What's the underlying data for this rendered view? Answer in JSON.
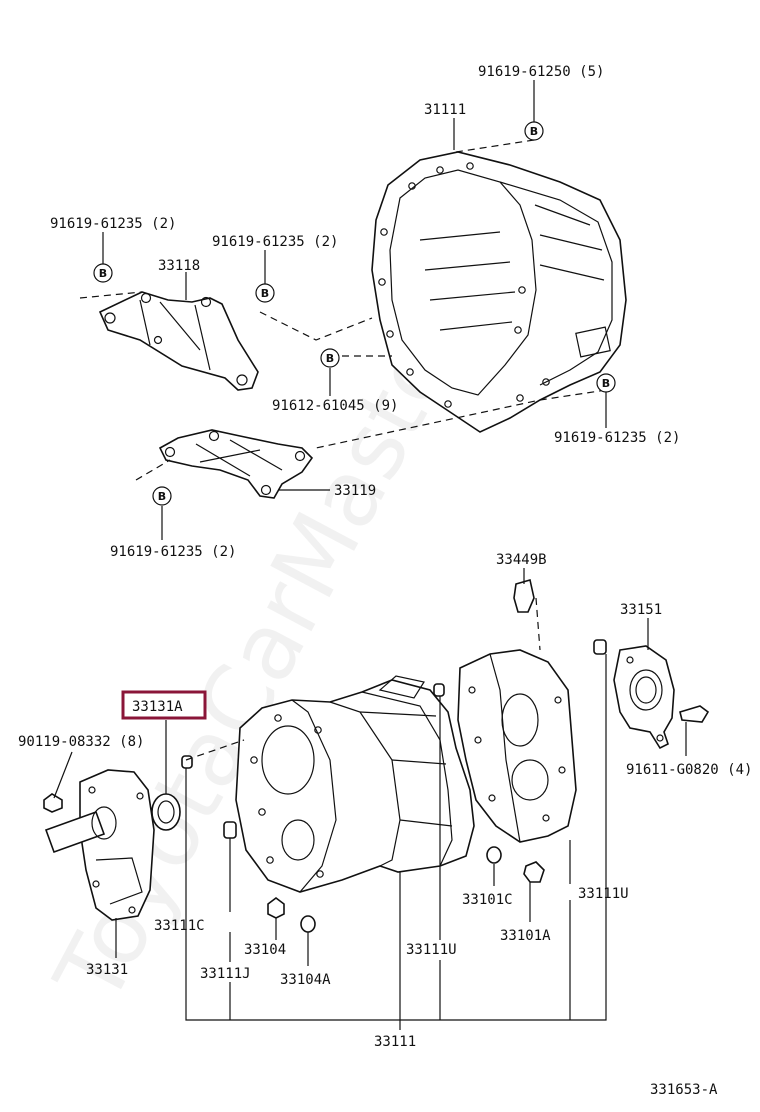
{
  "watermark": "ToyotaCarMaster.ru",
  "accent_color": "#8a1538",
  "diagram_id": "331653-A",
  "reference_marker": "B",
  "labels": {
    "l_91619_61250": "91619-61250 (5)",
    "l_31111": "31111",
    "l_91619_61235_tl": "91619-61235 (2)",
    "l_91619_61235_tm": "91619-61235 (2)",
    "l_33118": "33118",
    "l_91612_61045": "91612-61045 (9)",
    "l_91619_61235_r": "91619-61235 (2)",
    "l_33119": "33119",
    "l_91619_61235_bl": "91619-61235 (2)",
    "l_33449b": "33449B",
    "l_33151": "33151",
    "l_33131a": "33131A",
    "l_90119_08332": "90119-08332 (8)",
    "l_91611_g0820": "91611-G0820 (4)",
    "l_33101c": "33101C",
    "l_33111u_r": "33111U",
    "l_33111c": "33111C",
    "l_33104": "33104",
    "l_33111u_m": "33111U",
    "l_33101a": "33101A",
    "l_33131": "33131",
    "l_33111j": "33111J",
    "l_33104a": "33104A",
    "l_33111": "33111"
  }
}
